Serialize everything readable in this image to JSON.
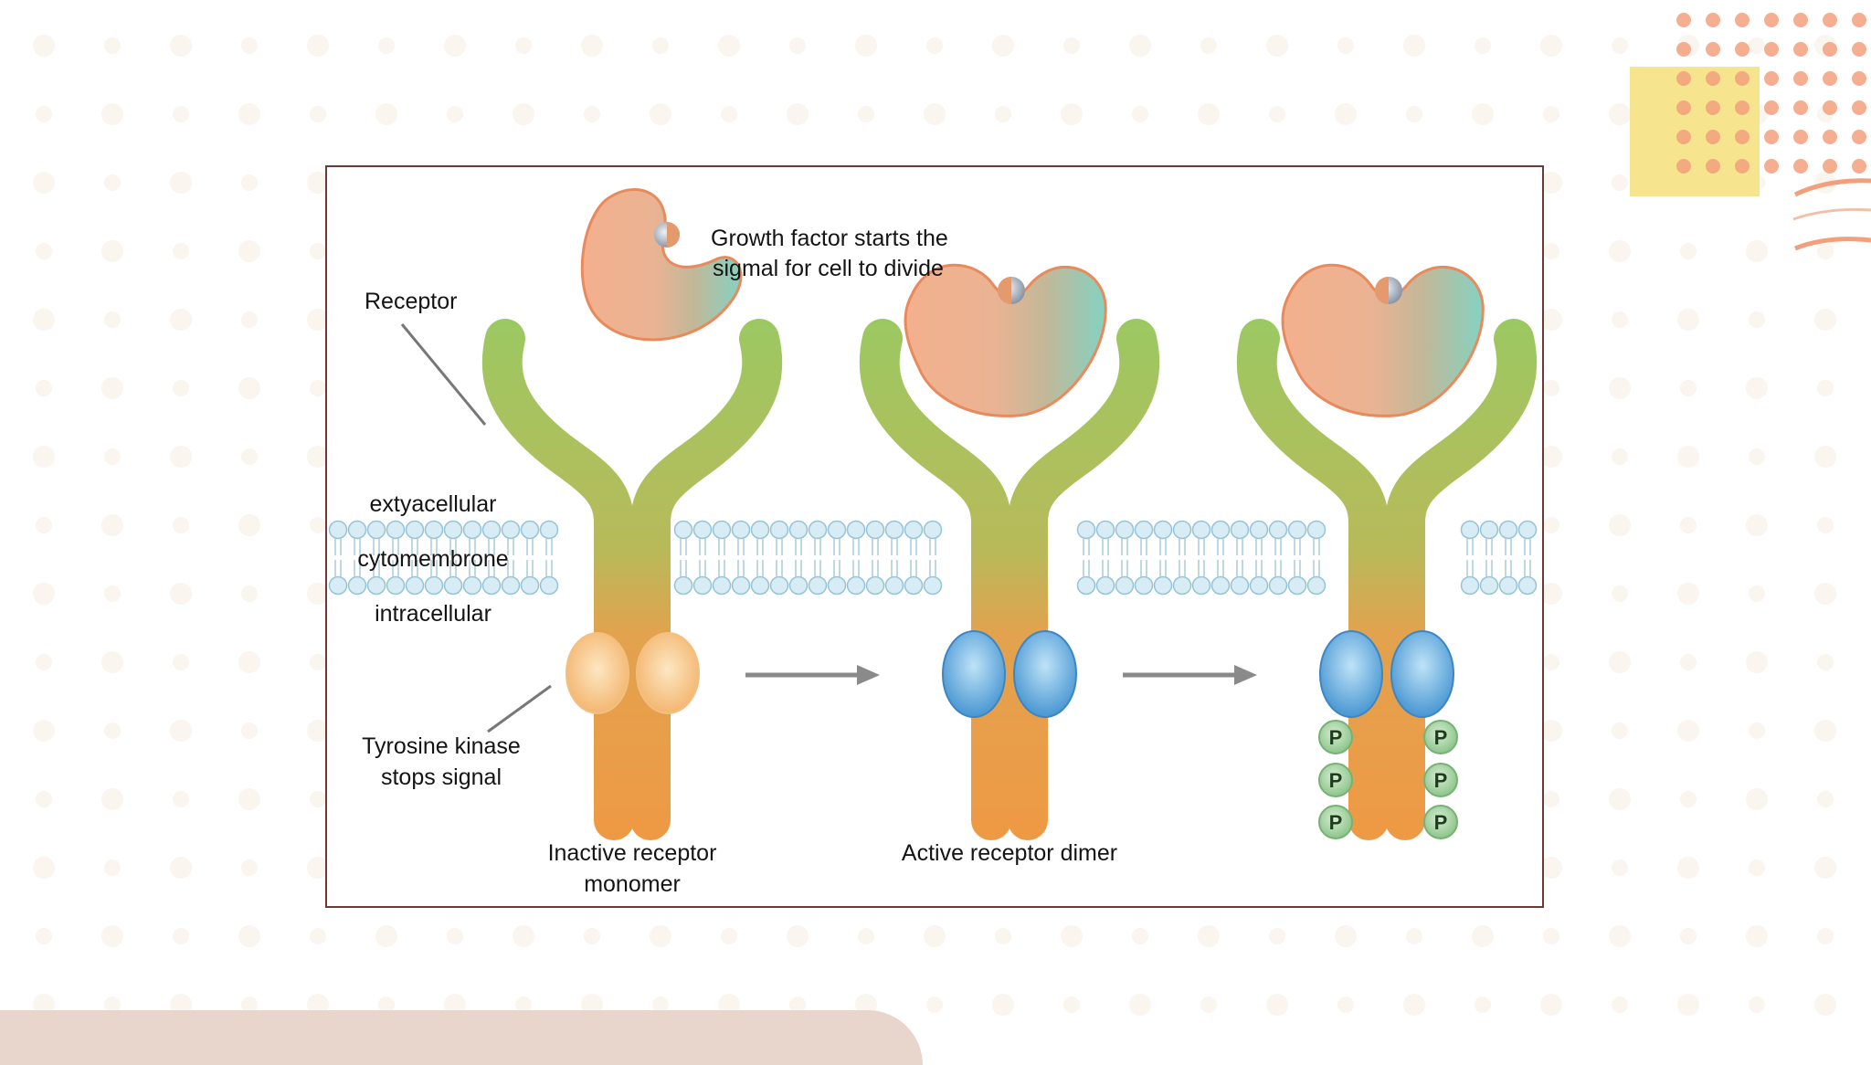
{
  "diagram": {
    "labels": {
      "growth_factor_line1": "Growth factor starts the",
      "growth_factor_line2": "sigmal for cell to divide",
      "receptor": "Receptor",
      "extracellular": "extyacellular",
      "membrane": "cytomembrone",
      "intracellular": "intracellular",
      "tyrosine_line1": "Tyrosine kinase",
      "tyrosine_line2": "stops signal",
      "inactive_line1": "Inactive receptor",
      "inactive_line2": "monomer",
      "active": "Active receptor dimer"
    },
    "phosphate_label": "P",
    "stages": [
      "inactive-monomer",
      "active-dimer",
      "phosphorylated-dimer"
    ]
  },
  "colors": {
    "frame_border": "#6a3b34",
    "receptor_top": "#9cc862",
    "receptor_bottom": "#ee9a45",
    "kinase_inactive": "#f7c886",
    "kinase_active": "#5aa6dc",
    "phosphate": "#a4d0a0",
    "membrane_head": "#d7ecf4",
    "ligand_left": "#f2aa8a",
    "ligand_right": "#86d3c2",
    "deco_orange": "#f2a07c",
    "deco_yellow": "#f6e58e",
    "bottom_tab": "#e8d5cc"
  }
}
